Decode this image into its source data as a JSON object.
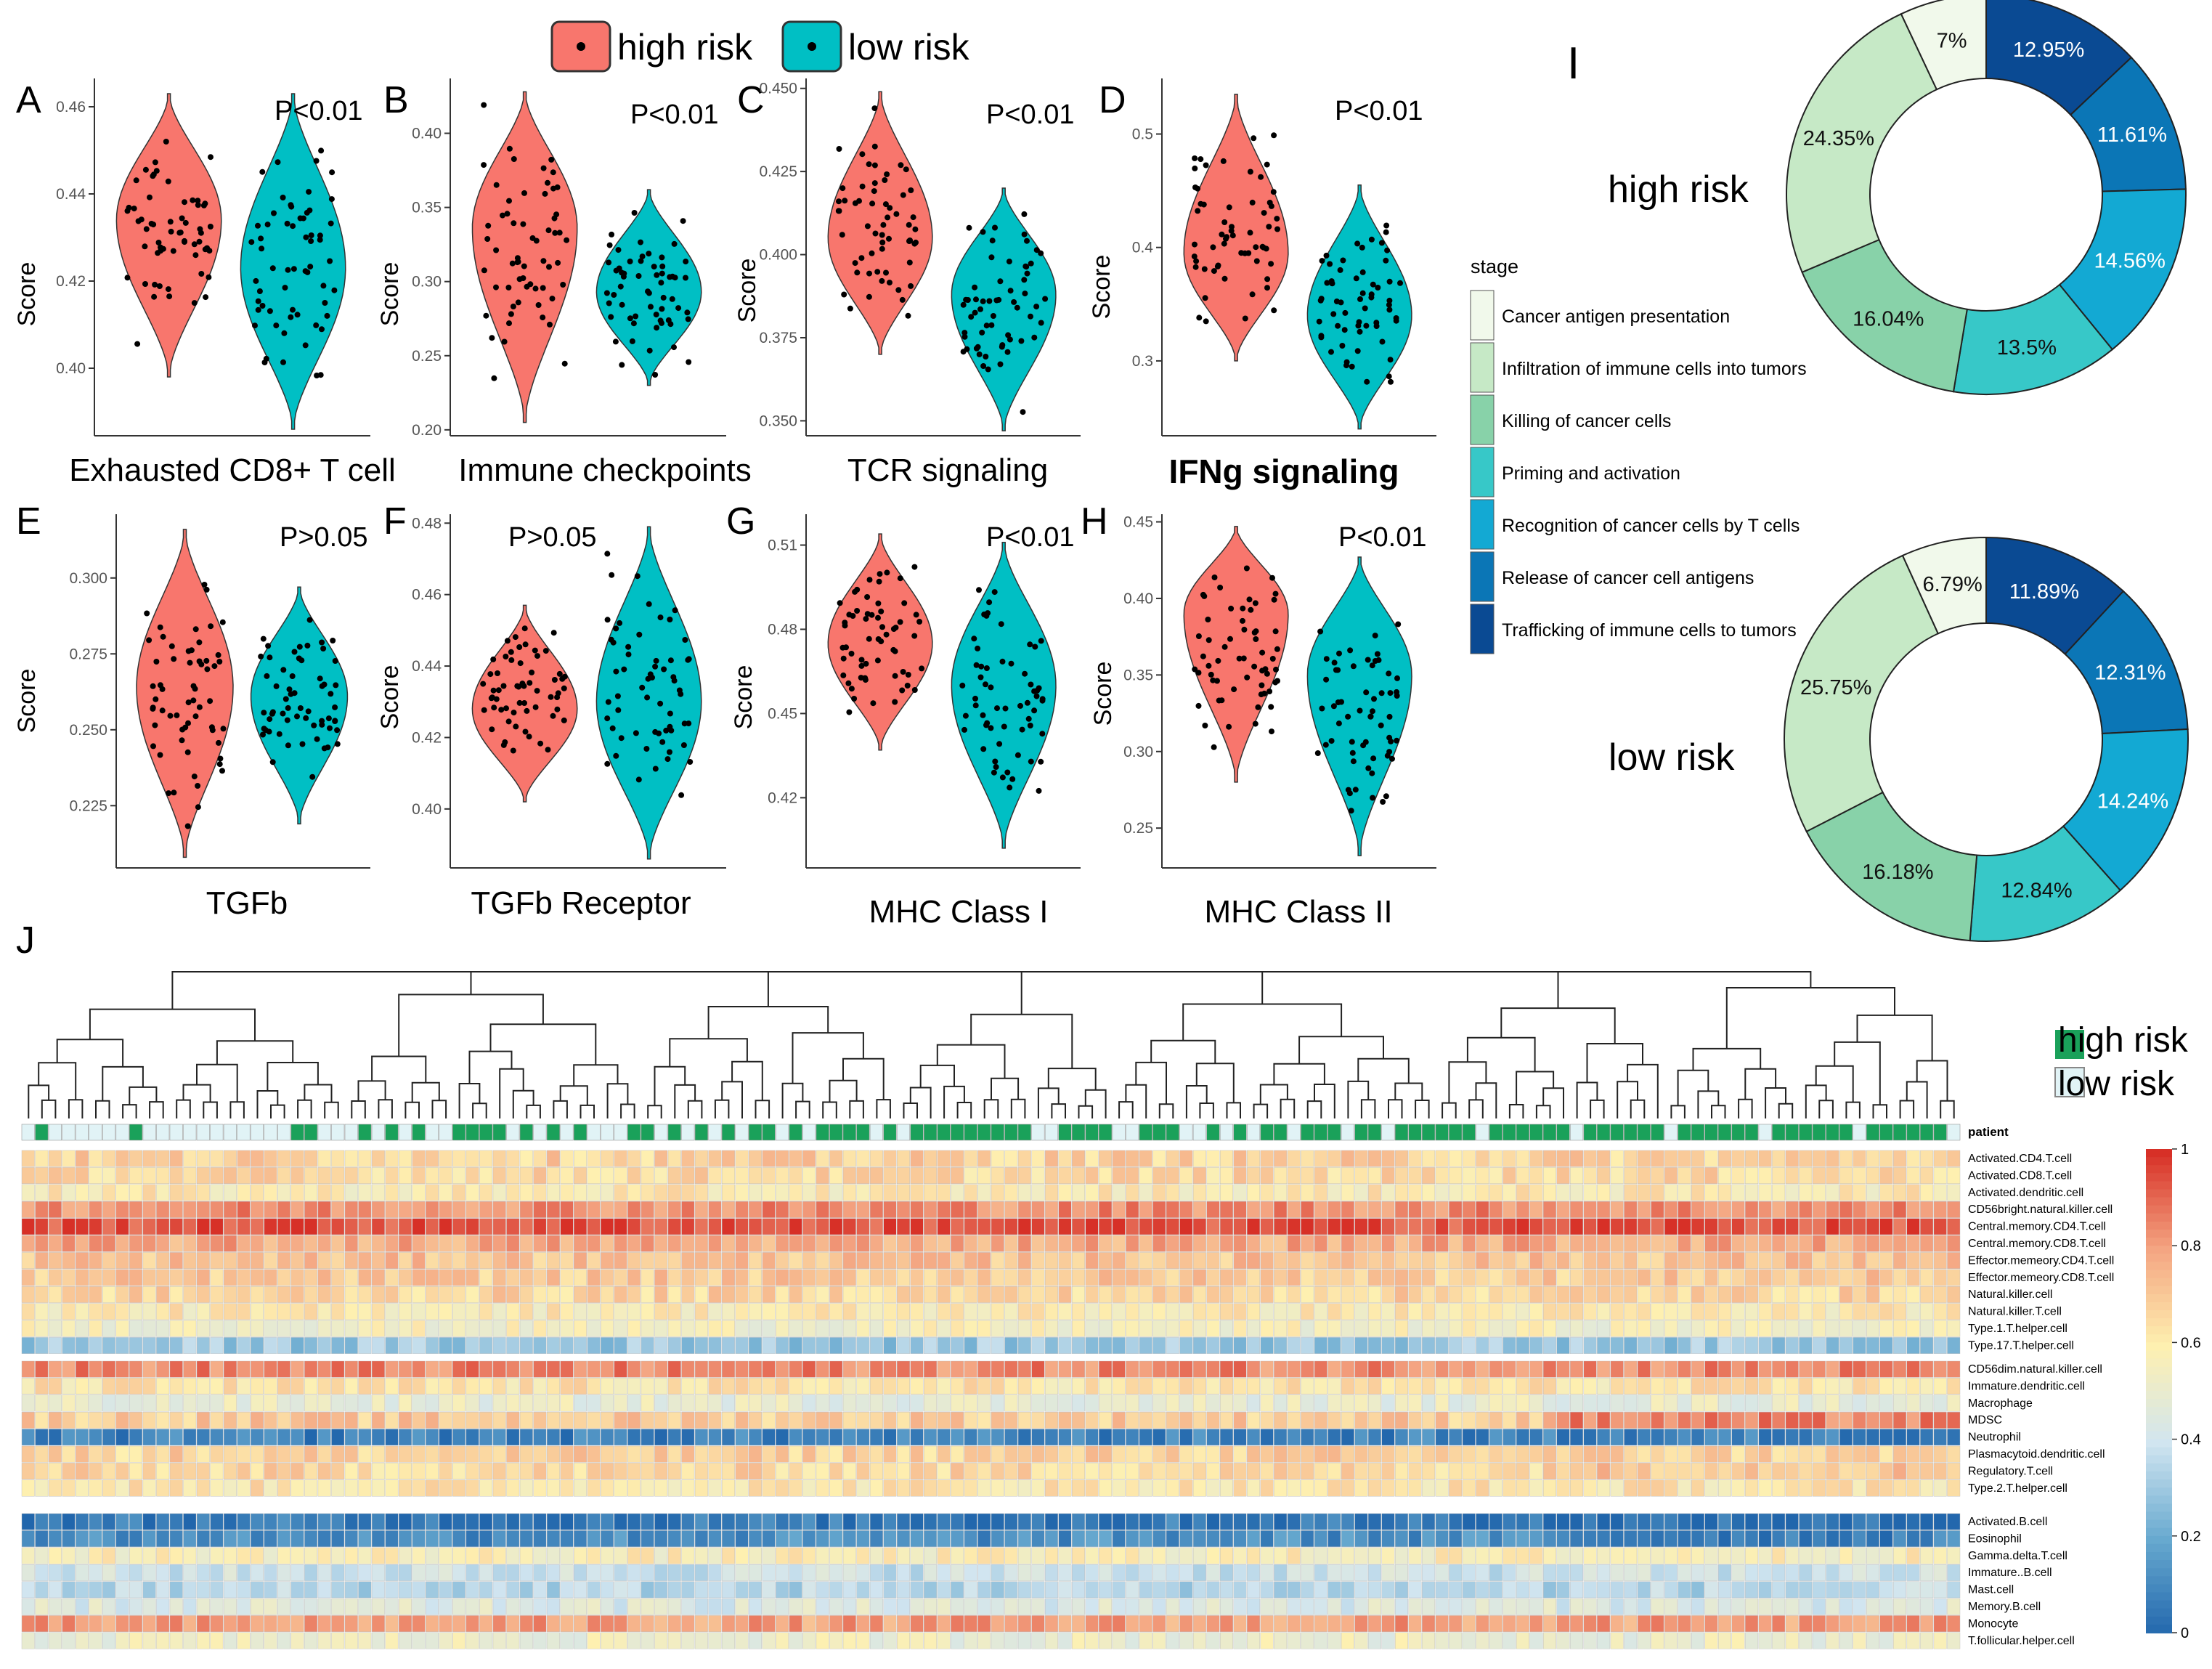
{
  "colors": {
    "high": "#F8766D",
    "low": "#00BFC4",
    "point": "#000000"
  },
  "legend_top": {
    "high_label": "high risk",
    "low_label": "low risk"
  },
  "y_axis_label": "Score",
  "chart_data": [
    {
      "type": "violin",
      "panel": "A",
      "xlabel": "Exhausted CD8+ T cell",
      "pvalue": "P<0.01",
      "ylim": [
        0.3845,
        0.4665
      ],
      "yticks": [
        0.4,
        0.42,
        0.44,
        0.46
      ],
      "tick_labels": [
        "0.40",
        "0.42",
        "0.44",
        "0.46"
      ],
      "series": [
        {
          "group": "high risk",
          "min": 0.398,
          "max": 0.463,
          "mid": 0.434
        },
        {
          "group": "low risk",
          "min": 0.386,
          "max": 0.463,
          "mid": 0.423
        }
      ]
    },
    {
      "type": "violin",
      "panel": "B",
      "xlabel": "Immune checkpoints",
      "pvalue": "P<0.01",
      "ylim": [
        0.196,
        0.437
      ],
      "yticks": [
        0.2,
        0.25,
        0.3,
        0.35,
        0.4
      ],
      "tick_labels": [
        "0.20",
        "0.25",
        "0.30",
        "0.35",
        "0.40"
      ],
      "series": [
        {
          "group": "high risk",
          "min": 0.205,
          "max": 0.428,
          "mid": 0.336
        },
        {
          "group": "low risk",
          "min": 0.23,
          "max": 0.362,
          "mid": 0.293
        }
      ]
    },
    {
      "type": "violin",
      "panel": "C",
      "xlabel": "TCR signaling",
      "pvalue": "P<0.01",
      "ylim": [
        0.3455,
        0.453
      ],
      "yticks": [
        0.35,
        0.375,
        0.4,
        0.425,
        0.45
      ],
      "tick_labels": [
        "0.350",
        "0.375",
        "0.400",
        "0.425",
        "0.450"
      ],
      "series": [
        {
          "group": "high risk",
          "min": 0.37,
          "max": 0.449,
          "mid": 0.405
        },
        {
          "group": "low risk",
          "min": 0.347,
          "max": 0.42,
          "mid": 0.388
        }
      ]
    },
    {
      "type": "violin",
      "panel": "D",
      "xlabel": "IFNg signaling",
      "pvalue": "P<0.01",
      "ylim": [
        0.234,
        0.549
      ],
      "yticks": [
        0.3,
        0.4,
        0.5
      ],
      "tick_labels": [
        "0.3",
        "0.4",
        "0.5"
      ],
      "series": [
        {
          "group": "high risk",
          "min": 0.3,
          "max": 0.535,
          "mid": 0.395
        },
        {
          "group": "low risk",
          "min": 0.24,
          "max": 0.455,
          "mid": 0.34
        }
      ]
    },
    {
      "type": "violin",
      "panel": "E",
      "xlabel": "TGFb",
      "pvalue": "P>0.05",
      "ylim": [
        0.2045,
        0.321
      ],
      "yticks": [
        0.225,
        0.25,
        0.275,
        0.3
      ],
      "tick_labels": [
        "0.225",
        "0.250",
        "0.275",
        "0.300"
      ],
      "series": [
        {
          "group": "high risk",
          "min": 0.208,
          "max": 0.316,
          "mid": 0.264
        },
        {
          "group": "low risk",
          "min": 0.219,
          "max": 0.297,
          "mid": 0.261
        }
      ]
    },
    {
      "type": "violin",
      "panel": "F",
      "xlabel": "TGFb Receptor",
      "pvalue": "P>0.05",
      "ylim": [
        0.3835,
        0.4825
      ],
      "yticks": [
        0.4,
        0.42,
        0.44,
        0.46,
        0.48
      ],
      "tick_labels": [
        "0.40",
        "0.42",
        "0.44",
        "0.46",
        "0.48"
      ],
      "series": [
        {
          "group": "high risk",
          "min": 0.402,
          "max": 0.457,
          "mid": 0.428
        },
        {
          "group": "low risk",
          "min": 0.386,
          "max": 0.479,
          "mid": 0.43
        }
      ]
    },
    {
      "type": "violin",
      "panel": "G",
      "xlabel": "MHC Class  I",
      "pvalue": "P<0.01",
      "ylim": [
        0.395,
        0.521
      ],
      "yticks": [
        0.42,
        0.45,
        0.48,
        0.51
      ],
      "tick_labels": [
        "0.42",
        "0.45",
        "0.48",
        "0.51"
      ],
      "series": [
        {
          "group": "high risk",
          "min": 0.437,
          "max": 0.514,
          "mid": 0.475
        },
        {
          "group": "low risk",
          "min": 0.402,
          "max": 0.511,
          "mid": 0.46
        }
      ]
    },
    {
      "type": "violin",
      "panel": "H",
      "xlabel": "MHC Class  II",
      "pvalue": "P<0.01",
      "ylim": [
        0.224,
        0.455
      ],
      "yticks": [
        0.25,
        0.3,
        0.35,
        0.4,
        0.45
      ],
      "tick_labels": [
        "0.25",
        "0.30",
        "0.35",
        "0.40",
        "0.45"
      ],
      "series": [
        {
          "group": "high risk",
          "min": 0.28,
          "max": 0.447,
          "mid": 0.39
        },
        {
          "group": "low risk",
          "min": 0.232,
          "max": 0.427,
          "mid": 0.35
        }
      ]
    },
    {
      "type": "pie",
      "panel": "I",
      "group": "high risk",
      "donut": true,
      "categories": [
        "Trafficking of immune cells to tumors",
        "Release of cancer cell antigens",
        "Recognition of cancer cells by T cells",
        "Priming and activation",
        "Killing of cancer cells",
        "Infiltration of immune cells into tumors",
        "Cancer antigen presentation"
      ],
      "values": [
        12.95,
        11.61,
        14.56,
        13.5,
        16.04,
        24.35,
        7
      ],
      "value_labels": [
        "12.95%",
        "11.61%",
        "14.56%",
        "13.5%",
        "16.04%",
        "24.35%",
        "7%"
      ]
    },
    {
      "type": "pie",
      "panel": "I",
      "group": "low risk",
      "donut": true,
      "categories": [
        "Trafficking of immune cells to tumors",
        "Release of cancer cell antigens",
        "Recognition of cancer cells by T cells",
        "Priming and activation",
        "Killing of cancer cells",
        "Infiltration of immune cells into tumors",
        "Cancer antigen presentation"
      ],
      "values": [
        11.89,
        12.31,
        14.24,
        12.84,
        16.18,
        25.75,
        6.79
      ],
      "value_labels": [
        "11.89%",
        "12.31%",
        "14.24%",
        "12.84%",
        "16.18%",
        "25.75%",
        "6.79%"
      ]
    },
    {
      "type": "heatmap",
      "panel": "J",
      "rows": [
        "Activated.CD4.T.cell",
        "Activated.CD8.T.cell",
        "Activated.dendritic.cell",
        "CD56bright.natural.killer.cell",
        "Central.memory.CD4.T.cell",
        "Central.memory.CD8.T.cell",
        "Effector.memeory.CD4.T.cell",
        "Effector.memeory.CD8.T.cell",
        "Natural.killer.cell",
        "Natural.killer.T.cell",
        "Type.1.T.helper.cell",
        "Type.17.T.helper.cell",
        "CD56dim.natural.killer.cell",
        "Immature.dendritic.cell",
        "Macrophage",
        "MDSC",
        "Neutrophil",
        "Plasmacytoid.dendritic.cell",
        "Regulatory.T.cell",
        "Type.2.T.helper.cell",
        "Activated.B.cell",
        "Eosinophil",
        "Gamma.delta.T.cell",
        "Immature..B.cell",
        "Mast.cell",
        "Memory.B.cell",
        "Monocyte",
        "T.follicular.helper.cell"
      ],
      "row_groups": [
        12,
        8,
        8
      ],
      "row_means": [
        0.68,
        0.66,
        0.6,
        0.84,
        0.95,
        0.78,
        0.72,
        0.7,
        0.67,
        0.6,
        0.55,
        0.3,
        0.85,
        0.62,
        0.5,
        0.7,
        0.08,
        0.68,
        0.66,
        0.62,
        0.06,
        0.12,
        0.58,
        0.4,
        0.35,
        0.45,
        0.8,
        0.52
      ],
      "n_columns": 144,
      "annotation_label": "patient",
      "annotation_legend": [
        "high risk",
        "low risk"
      ],
      "annotation_colors": {
        "high risk": "#1AA15A",
        "low risk": "#E1F3F6"
      },
      "colorbar_ticks": [
        "0",
        "0.2",
        "0.4",
        "0.6",
        "0.8",
        "1"
      ],
      "colorbar_values": [
        0,
        0.2,
        0.4,
        0.6,
        0.8,
        1
      ]
    }
  ],
  "stage_legend": {
    "title": "stage",
    "items": [
      {
        "label": "Cancer antigen presentation",
        "color": "#F1F9EB"
      },
      {
        "label": "Infiltration of immune cells into tumors",
        "color": "#C6E9C6"
      },
      {
        "label": "Killing of cancer cells",
        "color": "#88D2A9"
      },
      {
        "label": "Priming and activation",
        "color": "#37C8C8"
      },
      {
        "label": "Recognition of cancer cells by T cells",
        "color": "#13A9D3"
      },
      {
        "label": "Release of cancer cell antigens",
        "color": "#0B76B6"
      },
      {
        "label": "Trafficking of immune cells to tumors",
        "color": "#0A4A93"
      }
    ]
  },
  "donut_titles": {
    "high": "high risk",
    "low": "low risk"
  }
}
